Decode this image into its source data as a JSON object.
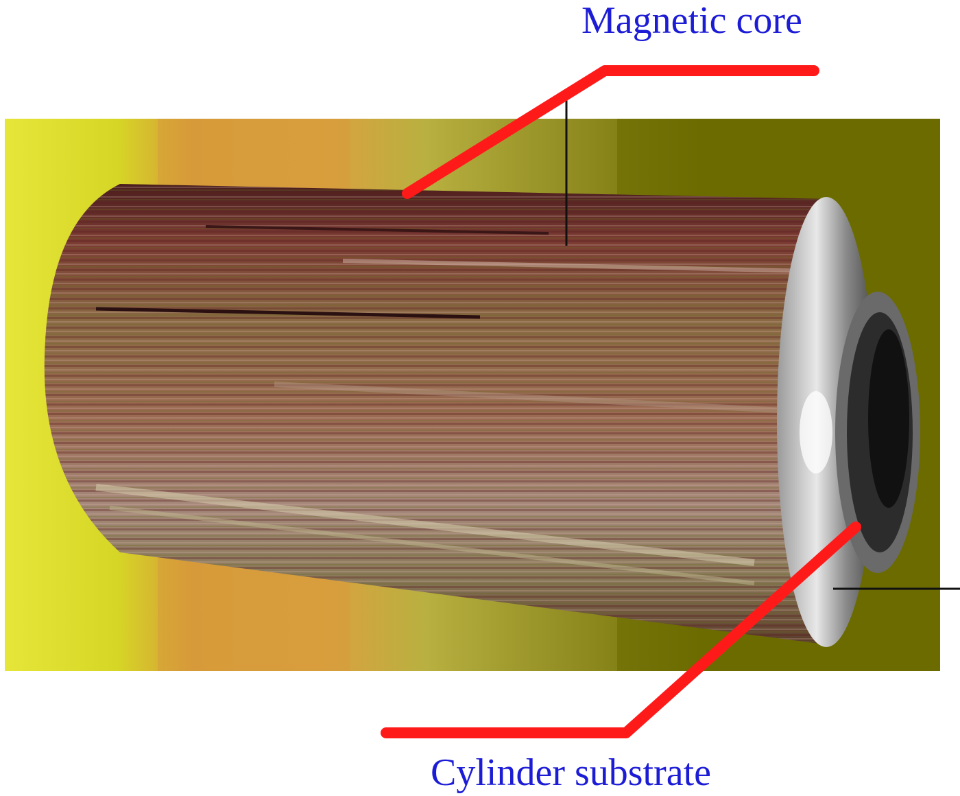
{
  "labels": {
    "magnetic_core": "Magnetic core",
    "cylinder_substrate": "Cylinder substrate"
  },
  "colors": {
    "label_text": "#1c1cd6",
    "leader_line": "#ff1a1a",
    "pointer_line": "#111111",
    "background_left": "#d6d626",
    "background_mid": "#d79a3a",
    "background_right": "#6b6b00",
    "core_dark": "#6a2a2a",
    "core_mid": "#8a6a45",
    "core_light": "#c9a89a",
    "substrate_metal": "#bdbdbd"
  },
  "icons": {
    "photo": "cylinder-photo"
  }
}
